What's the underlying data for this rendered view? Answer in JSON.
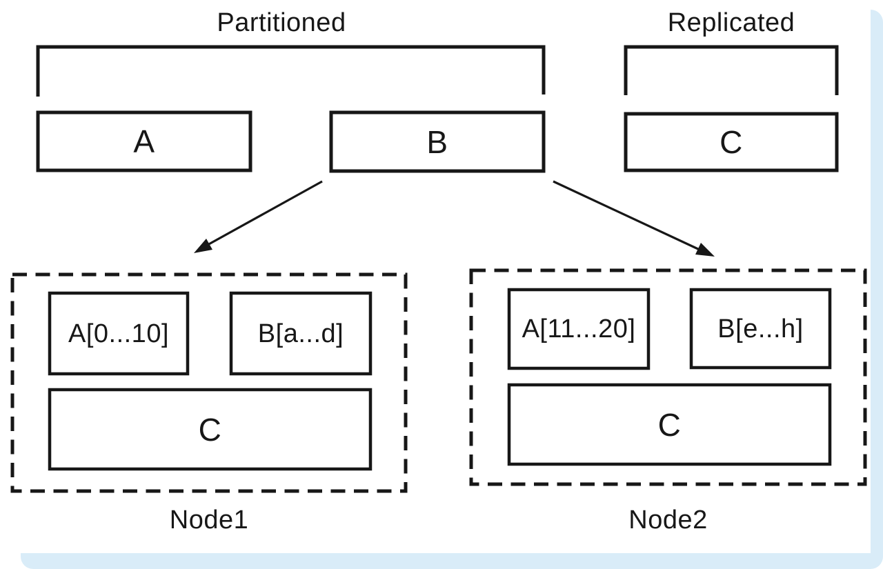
{
  "colors": {
    "line": "#171717",
    "panel": "#d9ecf8",
    "surface": "#ffffff"
  },
  "groups": {
    "partitioned": "Partitioned",
    "replicated": "Replicated"
  },
  "tables": {
    "a": "A",
    "b": "B",
    "c": "C"
  },
  "node1": {
    "name": "Node1",
    "partition_a": "A[0...10]",
    "partition_b": "B[a...d]",
    "replica_c": "C"
  },
  "node2": {
    "name": "Node2",
    "partition_a": "A[11...20]",
    "partition_b": "B[e...h]",
    "replica_c": "C"
  }
}
